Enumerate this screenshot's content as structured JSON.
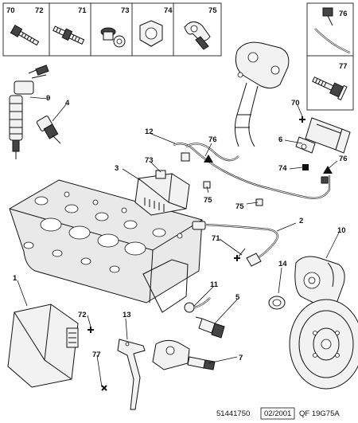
{
  "legend": {
    "top_boxes": [
      "70",
      "72",
      "71",
      "73",
      "74",
      "75"
    ],
    "right_boxes": [
      "76",
      "77"
    ]
  },
  "callouts": {
    "c9": "9",
    "c4": "4",
    "c12": "12",
    "c76a": "76",
    "c70": "70",
    "c6": "6",
    "c74": "74",
    "c76b": "76",
    "c3": "3",
    "c73": "73",
    "c75a": "75",
    "c75b": "75",
    "c2": "2",
    "c71": "71",
    "c10": "10",
    "c14": "14",
    "c1": "1",
    "c11": "11",
    "c5": "5",
    "c72": "72",
    "c13": "13",
    "c77": "77",
    "c7": "7"
  },
  "footer": {
    "ref": "51441750",
    "date": "02/2001",
    "code": "QF 19G75A"
  }
}
